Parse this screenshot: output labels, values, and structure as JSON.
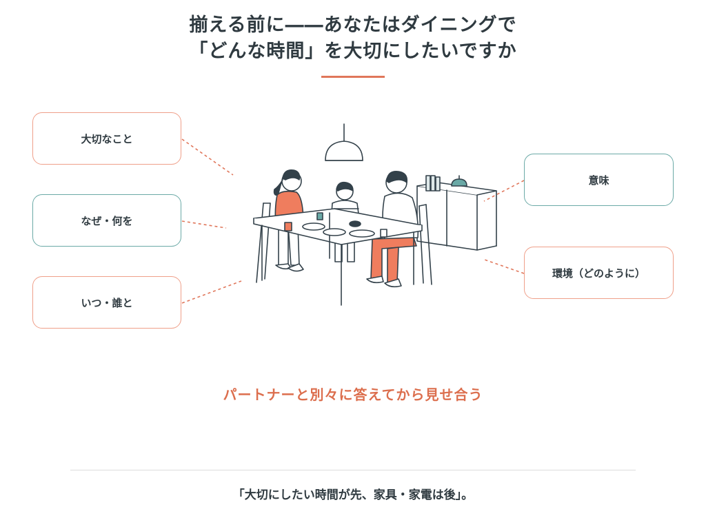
{
  "title": {
    "line1": "揃える前に――あなたはダイニングで",
    "line2": "「どんな時間」を大切にしたいですか"
  },
  "labels": {
    "important": "大切なこと",
    "why_what": "なぜ・何を",
    "when_who": "いつ・誰と",
    "meaning": "意味",
    "environment": "環境（どのように）"
  },
  "cta": "パートナーと別々に答えてから見せ合う",
  "footer": "「大切にしたい時間が先、家具・家電は後」。",
  "colors": {
    "accent": "#e0765a",
    "coral_border": "#ef9f89",
    "teal_border": "#6aa9a6",
    "text": "#2f3a40"
  }
}
